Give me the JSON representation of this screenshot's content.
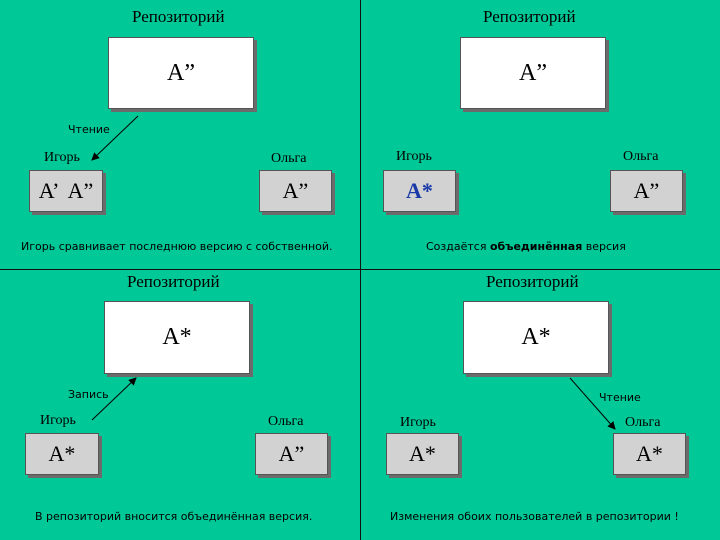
{
  "panels": [
    {
      "title": "Репозиторий",
      "repo": "A”",
      "igor_label": "Игорь",
      "olga_label": "Ольга",
      "igor_box": "A’  A”",
      "olga_box": "A”",
      "arrow_label": "Чтение",
      "caption": "Игорь сравнивает последнюю версию с собственной."
    },
    {
      "title": "Репозиторий",
      "repo": "A”",
      "igor_label": "Игорь",
      "olga_label": "Ольга",
      "igor_box": "A*",
      "olga_box": "A”",
      "caption_pre": "Создаётся ",
      "caption_bold": "объединённая",
      "caption_post": " версия"
    },
    {
      "title": "Репозиторий",
      "repo": "A*",
      "igor_label": "Игорь",
      "olga_label": "Ольга",
      "igor_box": "A*",
      "olga_box": "A”",
      "arrow_label": "Запись",
      "caption": "В репозиторий вносится объединённая версия."
    },
    {
      "title": "Репозиторий",
      "repo": "A*",
      "igor_label": "Игорь",
      "olga_label": "Ольга",
      "igor_box": "A*",
      "olga_box": "A*",
      "arrow_label": "Чтение",
      "caption": "Изменения обоих пользователей в репозитории !"
    }
  ]
}
